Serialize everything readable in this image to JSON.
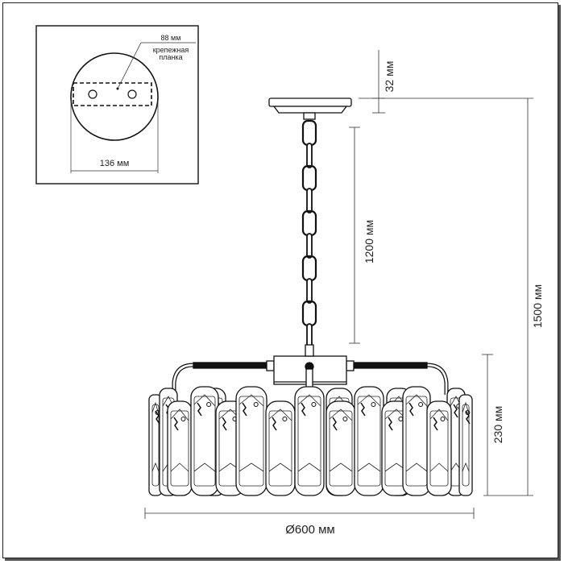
{
  "inset": {
    "bracket_length": "88 мм",
    "bracket_label_line1": "крепежная",
    "bracket_label_line2": "планка",
    "canopy_diameter": "136 мм"
  },
  "dimensions": {
    "canopy_height": "32 мм",
    "chain_length": "1200 мм",
    "total_height": "1500 мм",
    "body_height": "230 мм",
    "diameter": "Ø600 мм"
  }
}
